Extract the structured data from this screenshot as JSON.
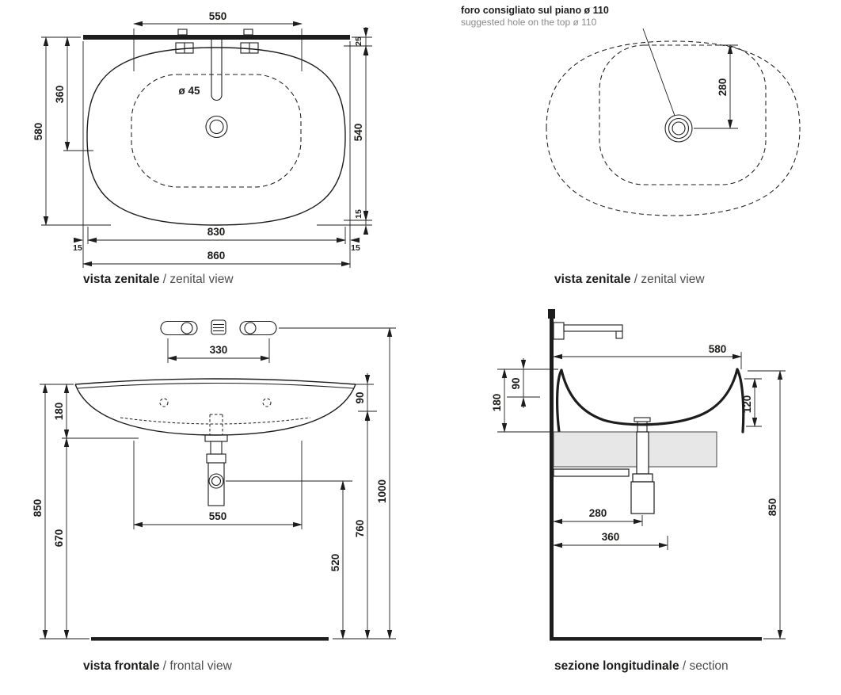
{
  "colors": {
    "line": "#1d1d1b",
    "counter_fill": "#e7e7e7",
    "muted": "#8a8a8a"
  },
  "annotation": {
    "primary": "foro consigliato sul piano ø 110",
    "secondary": "suggested hole on the top ø 110"
  },
  "views": {
    "zenital_left": {
      "title_bold": "vista zenitale",
      "title_rest": " / zenital view",
      "dims": {
        "top_width": "550",
        "depth_total": "580",
        "drain_depth": "360",
        "drain_diameter": "ø 45",
        "back_gap": "25",
        "inner_depth": "540",
        "front_gap": "15",
        "inner_width": "830",
        "side_gap_left": "15",
        "side_gap_right": "15",
        "total_width": "860"
      }
    },
    "zenital_right": {
      "title_bold": "vista zenitale",
      "title_rest": " / zenital view",
      "dims": {
        "hole_offset": "280"
      }
    },
    "frontal": {
      "title_bold": "vista frontale",
      "title_rest": " / frontal view",
      "dims": {
        "tap_spacing": "330",
        "basin_height": "180",
        "rim_drop": "90",
        "floor_to_rim": "850",
        "floor_to_bottom": "670",
        "bowl_width": "550",
        "floor_to_trap": "520",
        "floor_to_step": "760",
        "floor_to_tap": "1000"
      }
    },
    "section": {
      "title_bold": "sezione longitudinale",
      "title_rest": " / section",
      "dims": {
        "total_depth": "580",
        "rim_drop": "90",
        "front_height": "180",
        "inner_depth": "120",
        "drain_offset": "280",
        "outlet_offset": "360",
        "floor_to_rim": "850"
      }
    }
  }
}
